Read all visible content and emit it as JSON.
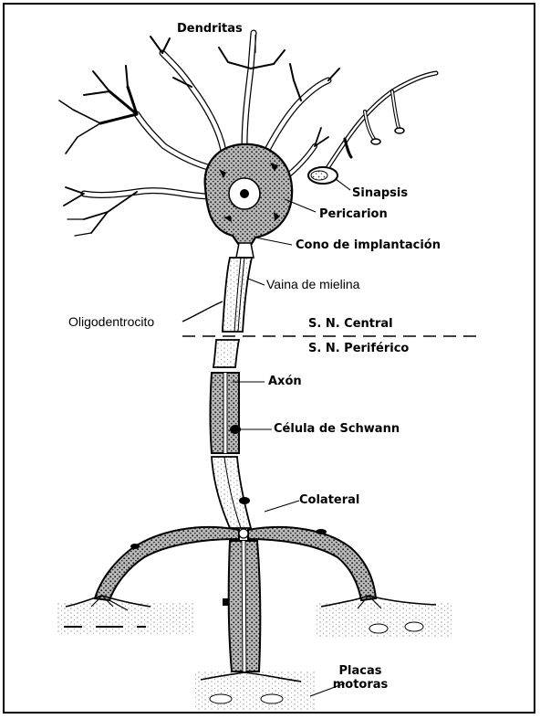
{
  "labels": {
    "dendritas": "Dendritas",
    "sinapsis": "Sinapsis",
    "pericarion": "Pericarion",
    "cono": "Cono de implantación",
    "vaina": "Vaina de mielina",
    "oligodendrocito": "Oligodentrocito",
    "sn_central": "S. N. Central",
    "sn_periferico": "S. N. Periférico",
    "axon": "Axón",
    "schwann": "Célula de Schwann",
    "colateral": "Colateral",
    "placas_line1": "Placas",
    "placas_line2": "motoras"
  },
  "colors": {
    "ink": "#000000",
    "stipple": "#9a9a9a",
    "background": "#ffffff"
  }
}
